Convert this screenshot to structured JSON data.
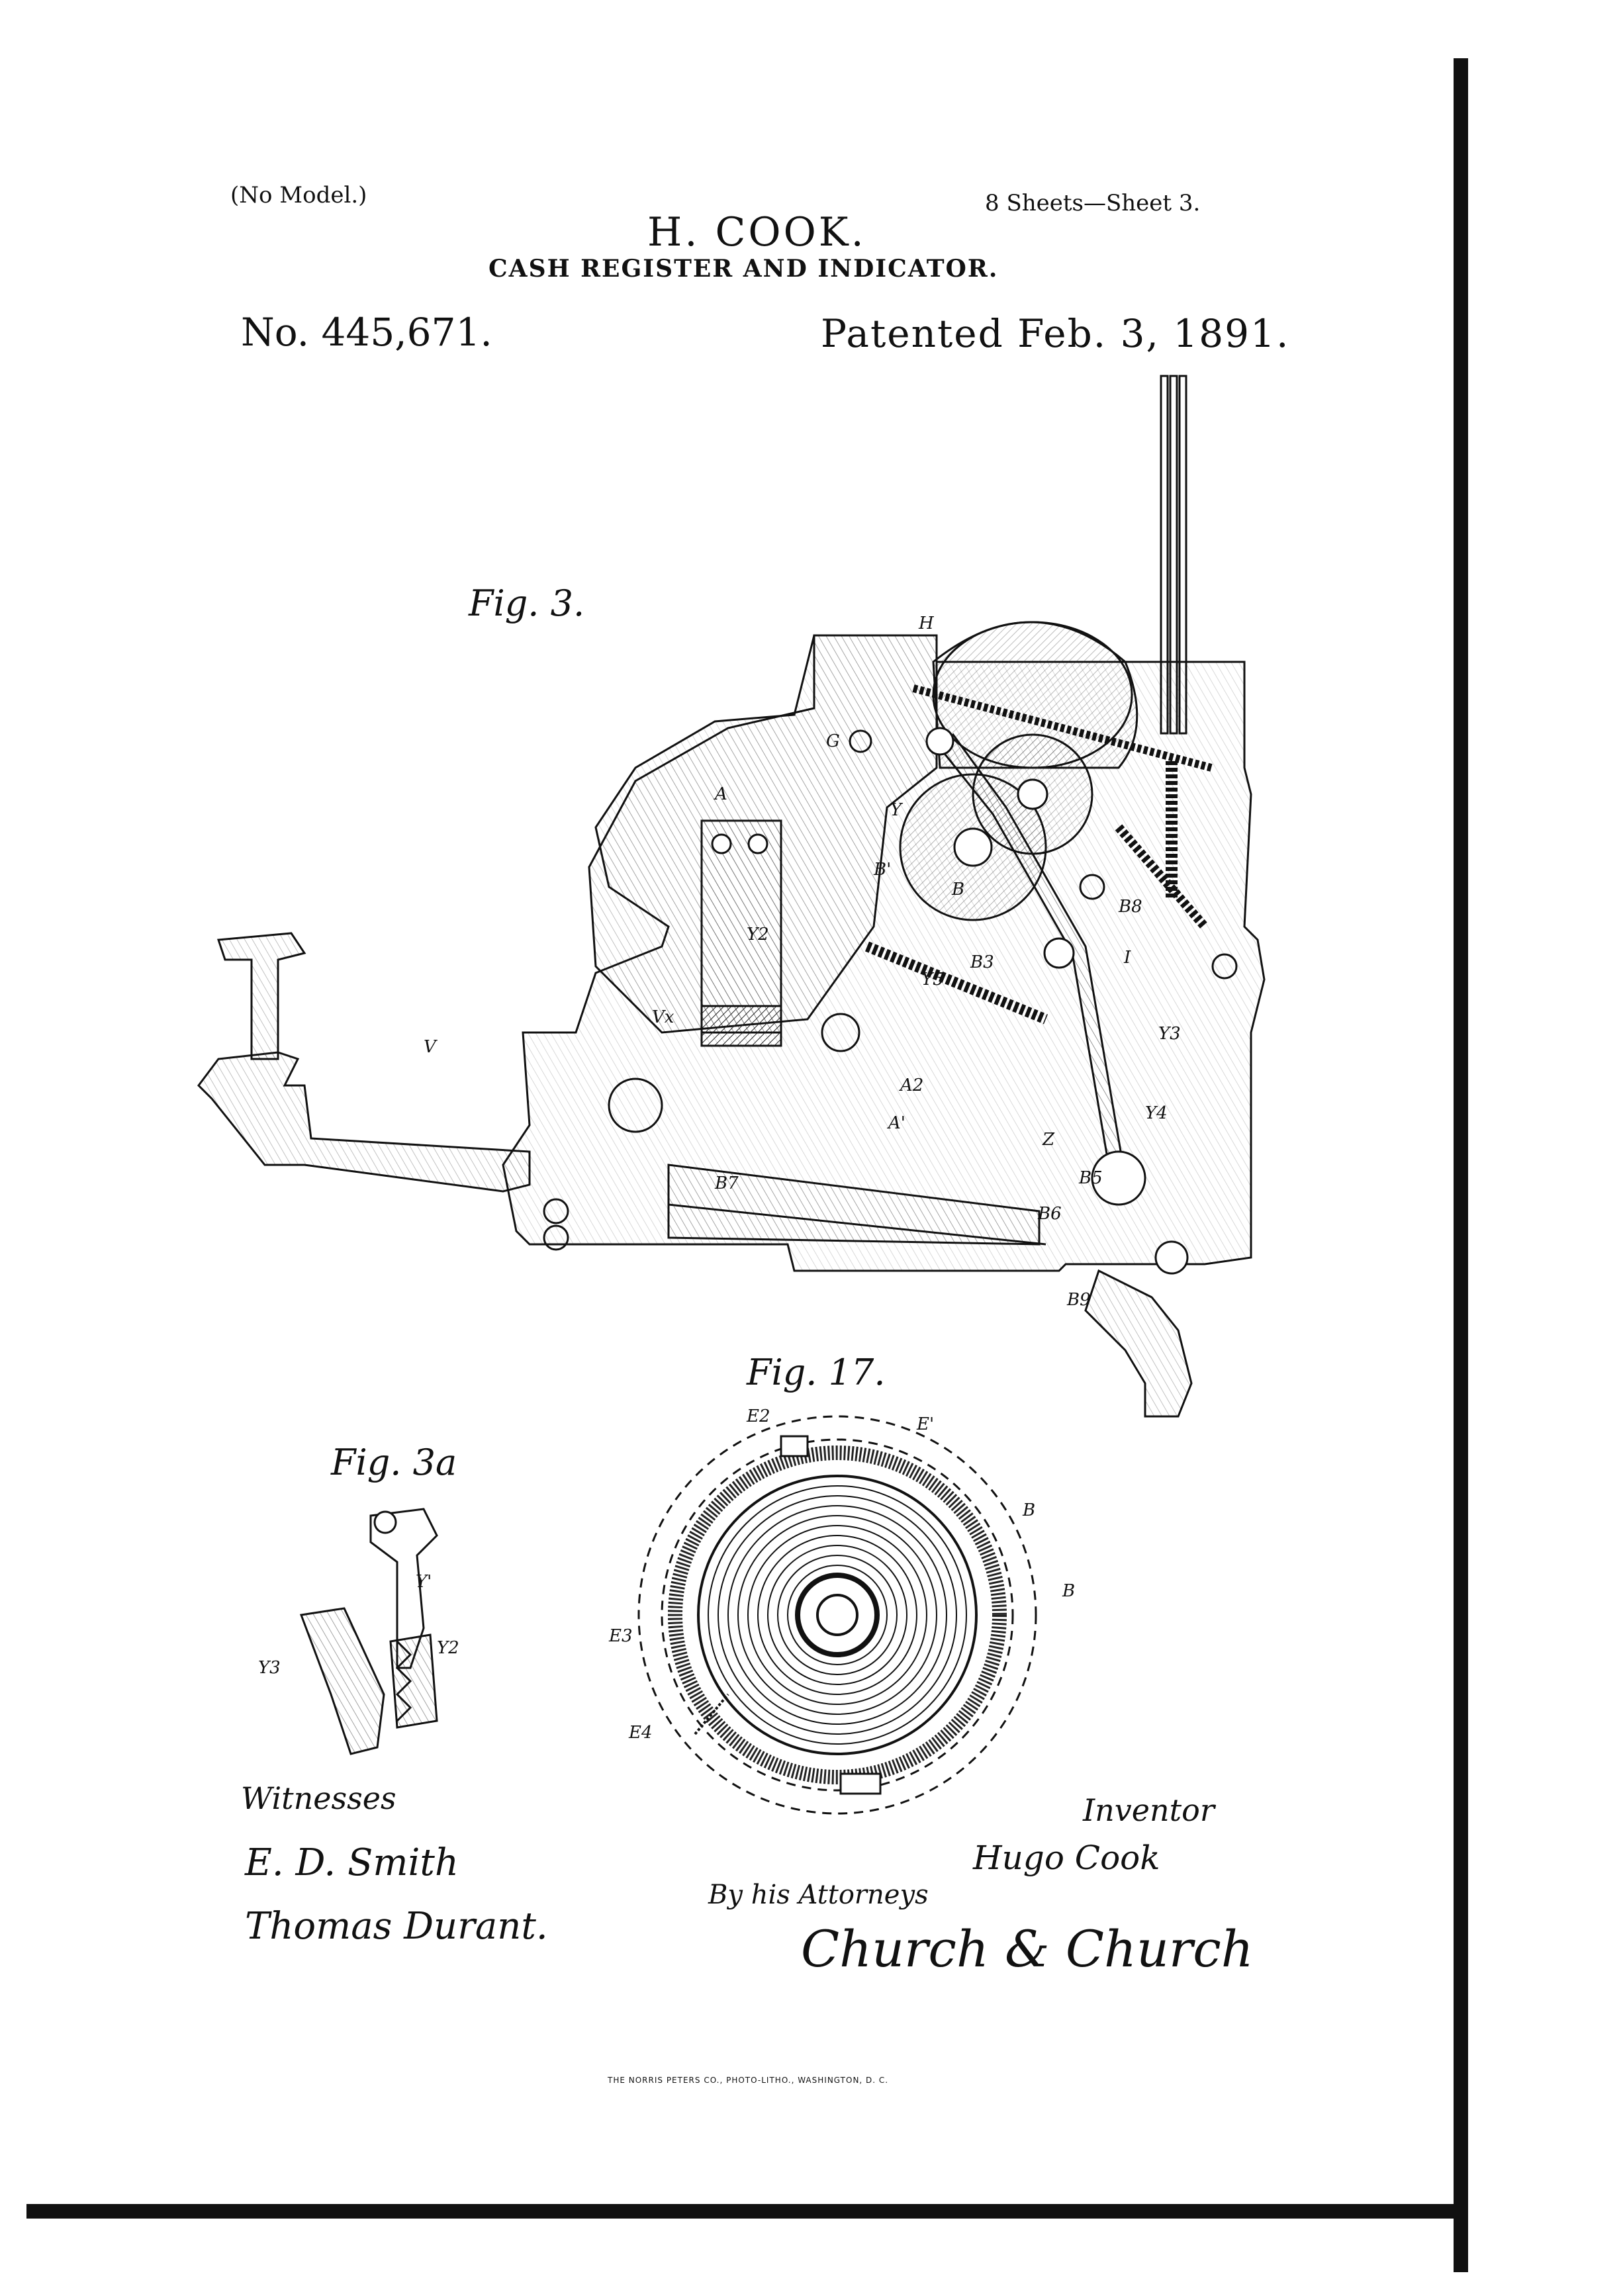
{
  "header": {
    "no_model": "(No Model.)",
    "sheets": "8 Sheets—Sheet 3.",
    "inventor": "H. COOK.",
    "title": "CASH REGISTER AND INDICATOR.",
    "patent_number": "No. 445,671.",
    "patent_date": "Patented Feb. 3, 1891."
  },
  "figures": {
    "fig3": "Fig. 3.",
    "fig17": "Fig. 17.",
    "fig3a": "Fig. 3a"
  },
  "part_labels": {
    "fig3": [
      "H",
      "G",
      "A",
      "B'",
      "B",
      "Y",
      "Y2",
      "Y5",
      "V",
      "Vx",
      "A2",
      "A'",
      "B3",
      "B8",
      "I",
      "Y3",
      "Y4",
      "B7",
      "B6",
      "B5",
      "B9",
      "Z"
    ],
    "fig17": [
      "E2",
      "E'",
      "B",
      "B",
      "E3",
      "E4"
    ],
    "fig3a": [
      "Y'",
      "Y3",
      "Y2"
    ]
  },
  "signatures": {
    "witnesses_label": "Witnesses",
    "witness_1": "E. D. Smith",
    "witness_2": "Thomas Durant.",
    "inventor_label": "Inventor",
    "inventor_signature": "Hugo Cook",
    "attorneys_label": "By his Attorneys",
    "attorneys_signature": "Church & Church"
  },
  "footer": {
    "printer": "THE NORRIS PETERS CO., PHOTO-LITHO., WASHINGTON, D. C."
  }
}
